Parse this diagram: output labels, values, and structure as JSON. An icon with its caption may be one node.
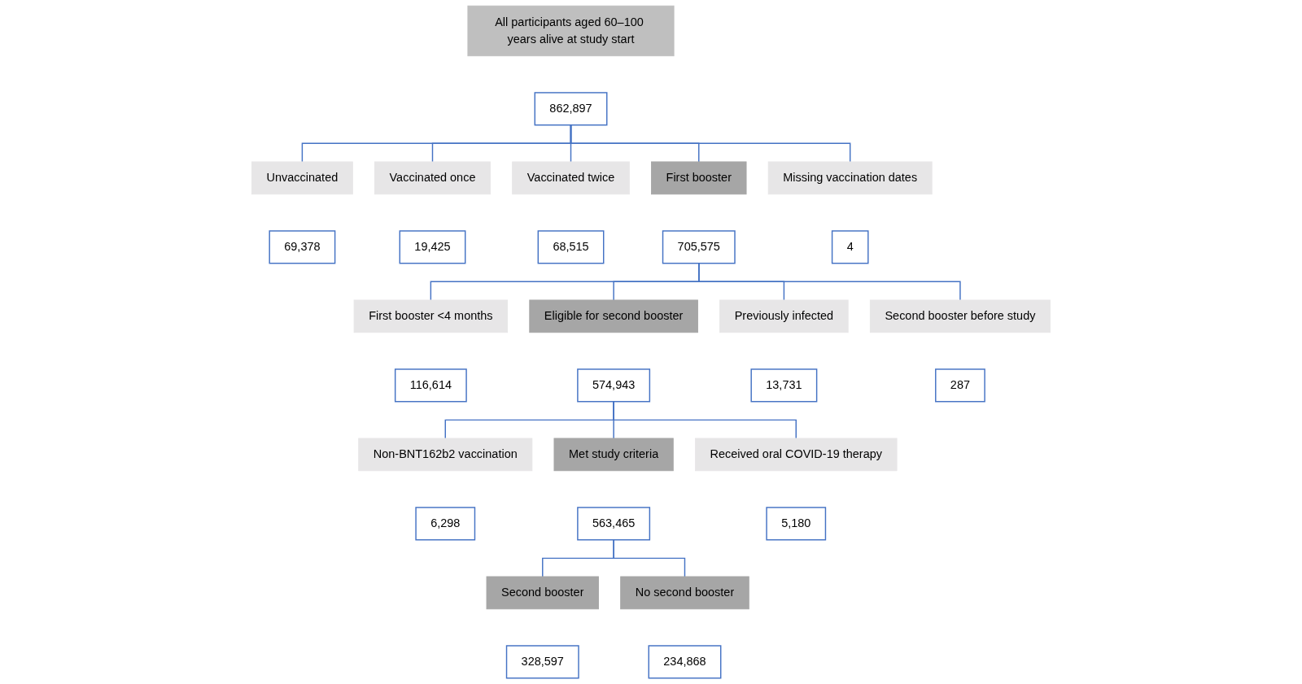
{
  "diagram": {
    "nodes": [
      {
        "text": [
          "All participants aged 60–100 years alive at study start"
        ]
      },
      {
        "text": [
          "862,897"
        ]
      },
      {
        "text": [
          "Unvaccinated"
        ]
      },
      {
        "text": [
          "69,378"
        ]
      },
      {
        "text": [
          "Vaccinated once"
        ]
      },
      {
        "text": [
          "19,425"
        ]
      },
      {
        "text": [
          "Vaccinated twice"
        ]
      },
      {
        "text": [
          "68,515"
        ]
      },
      {
        "text": [
          "First booster"
        ]
      },
      {
        "text": [
          "705,575"
        ]
      },
      {
        "text": [
          "Missing vaccination dates"
        ]
      },
      {
        "text": [
          "4"
        ]
      },
      {
        "text": [
          "First booster <4 months"
        ]
      },
      {
        "text": [
          "116,614"
        ]
      },
      {
        "text": [
          "Eligible for second booster"
        ]
      },
      {
        "text": [
          "574,943"
        ]
      },
      {
        "text": [
          "Previously infected"
        ]
      },
      {
        "text": [
          "13,731"
        ]
      },
      {
        "text": [
          "Second booster before study"
        ]
      },
      {
        "text": [
          "287"
        ]
      },
      {
        "text": [
          "Non-BNT162b2 vaccination"
        ]
      },
      {
        "text": [
          "6,298"
        ]
      },
      {
        "text": [
          "Met study criteria"
        ]
      },
      {
        "text": [
          "563,465"
        ]
      },
      {
        "text": [
          "Received oral COVID-19 therapy"
        ]
      },
      {
        "text": [
          "5,180"
        ]
      },
      {
        "text": [
          "Second booster"
        ]
      },
      {
        "text": [
          "328,597"
        ]
      },
      {
        "text": [
          "No second booster"
        ]
      },
      {
        "text": [
          "234,868"
        ]
      }
    ],
    "edges": [
      {
        "from": 1,
        "to": 2,
        "arrow": "none"
      },
      {
        "from": 1,
        "to": 4,
        "arrow": "none"
      },
      {
        "from": 1,
        "to": 6,
        "arrow": "none"
      },
      {
        "from": 1,
        "to": 8,
        "arrow": "none"
      },
      {
        "from": 1,
        "to": 10,
        "arrow": "none"
      },
      {
        "from": 9,
        "to": 12,
        "arrow": "none"
      },
      {
        "from": 9,
        "to": 14,
        "arrow": "none"
      },
      {
        "from": 9,
        "to": 16,
        "arrow": "none"
      },
      {
        "from": 9,
        "to": 18,
        "arrow": "none"
      },
      {
        "from": 15,
        "to": 20,
        "arrow": "none"
      },
      {
        "from": 15,
        "to": 22,
        "arrow": "none"
      },
      {
        "from": 15,
        "to": 24,
        "arrow": "none"
      },
      {
        "from": 23,
        "to": 26,
        "arrow": "none"
      },
      {
        "from": 23,
        "to": 28,
        "arrow": "none"
      }
    ]
  }
}
